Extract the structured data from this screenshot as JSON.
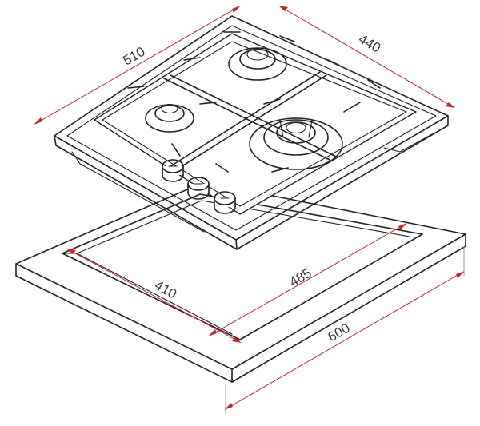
{
  "diagram": {
    "dimensions": {
      "hob_width": "510",
      "hob_depth": "440",
      "cutout_width": "485",
      "cutout_depth": "410",
      "worktop_width": "600"
    },
    "dimension_color": "#c0262c",
    "components": {
      "burners": 3,
      "control_knobs": 3
    },
    "icons": [
      "gas-hob",
      "pan-support-grate",
      "burner",
      "control-knob",
      "worktop-cutout"
    ]
  }
}
